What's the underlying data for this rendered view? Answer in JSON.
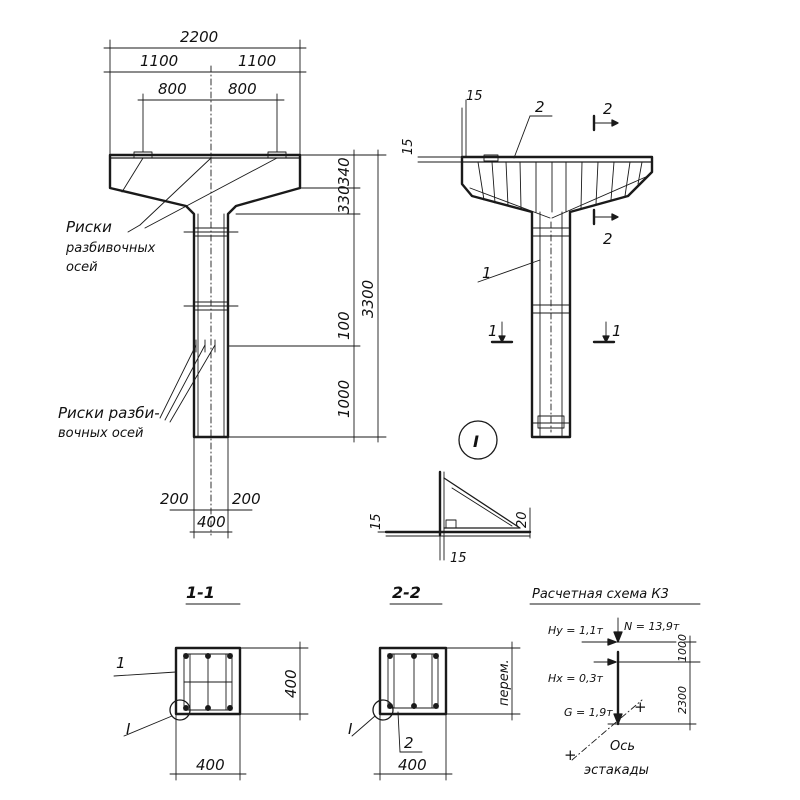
{
  "front_view": {
    "dim_total": "2200",
    "dim_half_left": "1100",
    "dim_half_right": "1100",
    "dim_inner_left": "800",
    "dim_inner_right": "800",
    "dim_340": "340",
    "dim_330": "330",
    "dim_3300": "3300",
    "dim_100": "100",
    "dim_1000": "1000",
    "dim_200_left": "200",
    "dim_200_right": "200",
    "dim_400": "400",
    "label_axes_top_1": "Риски",
    "label_axes_top_2": "разбивочных",
    "label_axes_top_3": "осей",
    "label_axes_bottom_1": "Риски разби-",
    "label_axes_bottom_2": "вочных осей"
  },
  "side_view": {
    "dim_15_top": "15",
    "dim_15_left": "15",
    "mark_2_part": "2",
    "section_2_top": "2",
    "section_2_bottom": "2",
    "mark_1_part": "1",
    "section_1_left": "1",
    "section_1_right": "1"
  },
  "detail_I": {
    "callout": "I",
    "dim_15_left": "15",
    "dim_15_bottom": "15",
    "dim_20": "20"
  },
  "section_1_1": {
    "title": "1-1",
    "mark_1": "1",
    "mark_I": "I",
    "dim_width": "400",
    "dim_height": "400"
  },
  "section_2_2": {
    "title": "2-2",
    "mark_I": "I",
    "mark_2": "2",
    "dim_width": "400",
    "dim_height": "перем."
  },
  "calc_scheme": {
    "title": "Расчетная схема К3",
    "hy": "Hy = 1,1т",
    "n": "N = 13,9т",
    "hx": "Hx = 0,3т",
    "g": "G = 1,9т",
    "dim_1000": "1000",
    "dim_2300": "2300",
    "plus_top": "+",
    "plus_bottom": "+",
    "axis_1": "Ось",
    "axis_2": "эстакады"
  }
}
